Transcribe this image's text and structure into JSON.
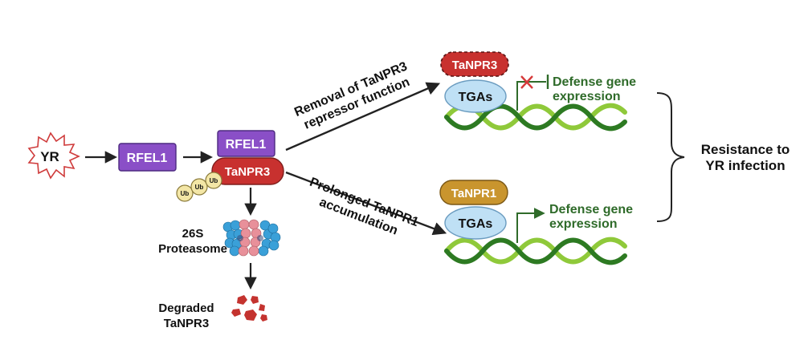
{
  "labels": {
    "yr": "YR",
    "rfel1_free": "RFEL1",
    "rfel1_complex": "RFEL1",
    "tanpr3_complex": "TaNPR3",
    "ub": "Ub",
    "proteasome_line1": "26S",
    "proteasome_line2": "Proteasome",
    "degraded_line1": "Degraded",
    "degraded_line2": "TaNPR3",
    "upper_arrow_line1": "Removal of TaNPR3",
    "upper_arrow_line2": "repressor function",
    "lower_arrow_line1": "Prolonged TaNPR1",
    "lower_arrow_line2": "accumulation",
    "top_tanpr3": "TaNPR3",
    "top_tgas": "TGAs",
    "top_defense_line1": "Defense gene",
    "top_defense_line2": "expression",
    "bottom_tanpr1": "TaNPR1",
    "bottom_tgas": "TGAs",
    "bottom_defense_line1": "Defense gene",
    "bottom_defense_line2": "expression",
    "resistance_line1": "Resistance to",
    "resistance_line2": "YR infection"
  },
  "colors": {
    "rfel1": "#8a4fc7",
    "tanpr3": "#c8312f",
    "tanpr1": "#c9952e",
    "tgas": "#bfe0f5",
    "dna_dark": "#2d7a22",
    "dna_light": "#8fc93a",
    "defense_text": "#2f6b2a",
    "ub": "#f3e6a6",
    "proteasome_blue": "#3aa0d8",
    "proteasome_pink": "#e8909a",
    "degraded": "#c4332f"
  },
  "icons": [
    "yr-starburst-icon",
    "ubiquitin-icon",
    "proteasome-icon",
    "degraded-fragments-icon",
    "dna-helix-icon",
    "inhibition-cross-icon"
  ]
}
